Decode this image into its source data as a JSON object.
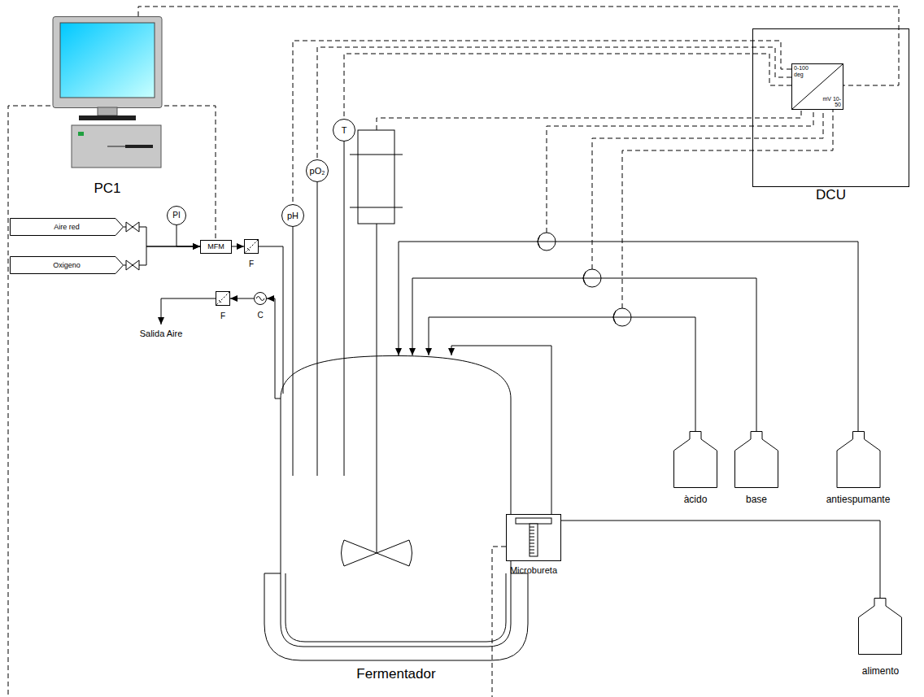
{
  "diagram": {
    "nodes": [
      {
        "text": [
          "PC1"
        ]
      },
      {
        "text": [
          "DCU"
        ]
      },
      {
        "text": [
          "0-100 deg",
          "mV 10-50"
        ],
        "in": 1
      },
      {
        "text": [
          "Aire red"
        ]
      },
      {
        "text": [
          "Oxigeno"
        ]
      },
      {
        "text": [
          "PI"
        ]
      },
      {
        "text": [
          "MFM"
        ]
      },
      {
        "text": [
          "F"
        ]
      },
      {
        "text": [
          "F"
        ]
      },
      {
        "text": [
          "C"
        ]
      },
      {
        "text": [
          "pH"
        ]
      },
      {
        "text": [
          "pO₂"
        ]
      },
      {
        "text": [
          "T"
        ]
      },
      {
        "text": [
          "Fermentador"
        ]
      },
      {
        "text": [
          "àcido"
        ]
      },
      {
        "text": [
          "base"
        ]
      },
      {
        "text": [
          "antiespumante"
        ]
      },
      {
        "text": [
          "Microbureta"
        ]
      },
      {
        "text": [
          "alimento"
        ]
      }
    ],
    "edges": [
      {
        "from": 3,
        "to": 6,
        "arrow": "to"
      },
      {
        "from": 4,
        "to": 6,
        "arrow": "to"
      },
      {
        "from": 5,
        "to": 6,
        "arrow": "none"
      },
      {
        "from": 0,
        "to": 6,
        "arrow": "none"
      },
      {
        "from": 6,
        "to": 7,
        "arrow": "to"
      },
      {
        "from": 7,
        "to": 13,
        "arrow": "none"
      },
      {
        "from": 13,
        "to": 9,
        "arrow": "to"
      },
      {
        "from": 9,
        "to": 8,
        "arrow": "to"
      },
      {
        "from": 0,
        "to": 2,
        "arrow": "none"
      },
      {
        "from": 2,
        "to": 10,
        "arrow": "none"
      },
      {
        "from": 2,
        "to": 11,
        "arrow": "none"
      },
      {
        "from": 2,
        "to": 12,
        "arrow": "none"
      },
      {
        "from": 10,
        "to": 13,
        "arrow": "none"
      },
      {
        "from": 11,
        "to": 13,
        "arrow": "none"
      },
      {
        "from": 12,
        "to": 13,
        "arrow": "none"
      },
      {
        "from": 14,
        "to": 13,
        "arrow": "to"
      },
      {
        "from": 15,
        "to": 13,
        "arrow": "to"
      },
      {
        "from": 16,
        "to": 13,
        "arrow": "to"
      },
      {
        "from": 18,
        "to": 17,
        "arrow": "none"
      },
      {
        "from": 17,
        "to": 13,
        "arrow": "to"
      }
    ],
    "labels": [
      "Salida Aire"
    ]
  }
}
